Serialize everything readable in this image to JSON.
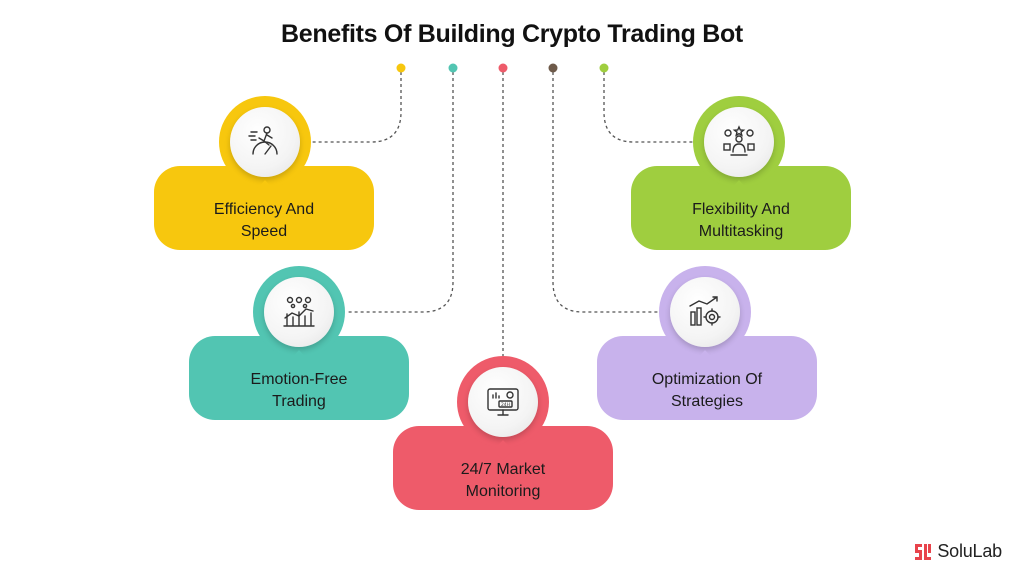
{
  "title": "Benefits Of Building Crypto Trading Bot",
  "items": [
    {
      "label": "Efficiency And\nSpeed",
      "color": "#F7C70E",
      "icon": "runner-speedometer-icon"
    },
    {
      "label": "Emotion-Free\nTrading",
      "color": "#52C5B2",
      "icon": "chart-growth-icon"
    },
    {
      "label": "24/7 Market\nMonitoring",
      "color": "#EE5B6A",
      "icon": "monitor-24h-icon"
    },
    {
      "label": "Optimization Of\nStrategies",
      "color": "#C8B2EC",
      "icon": "strategy-analytics-icon"
    },
    {
      "label": "Flexibility And\nMultitasking",
      "color": "#9FCE3F",
      "icon": "multitasking-person-icon"
    }
  ],
  "dots": [
    "#F7C70E",
    "#52C5B2",
    "#EE5B6A",
    "#6E5A4A",
    "#9FCE3F"
  ],
  "brand": {
    "name": "SoluLab",
    "color": "#E8434B"
  }
}
